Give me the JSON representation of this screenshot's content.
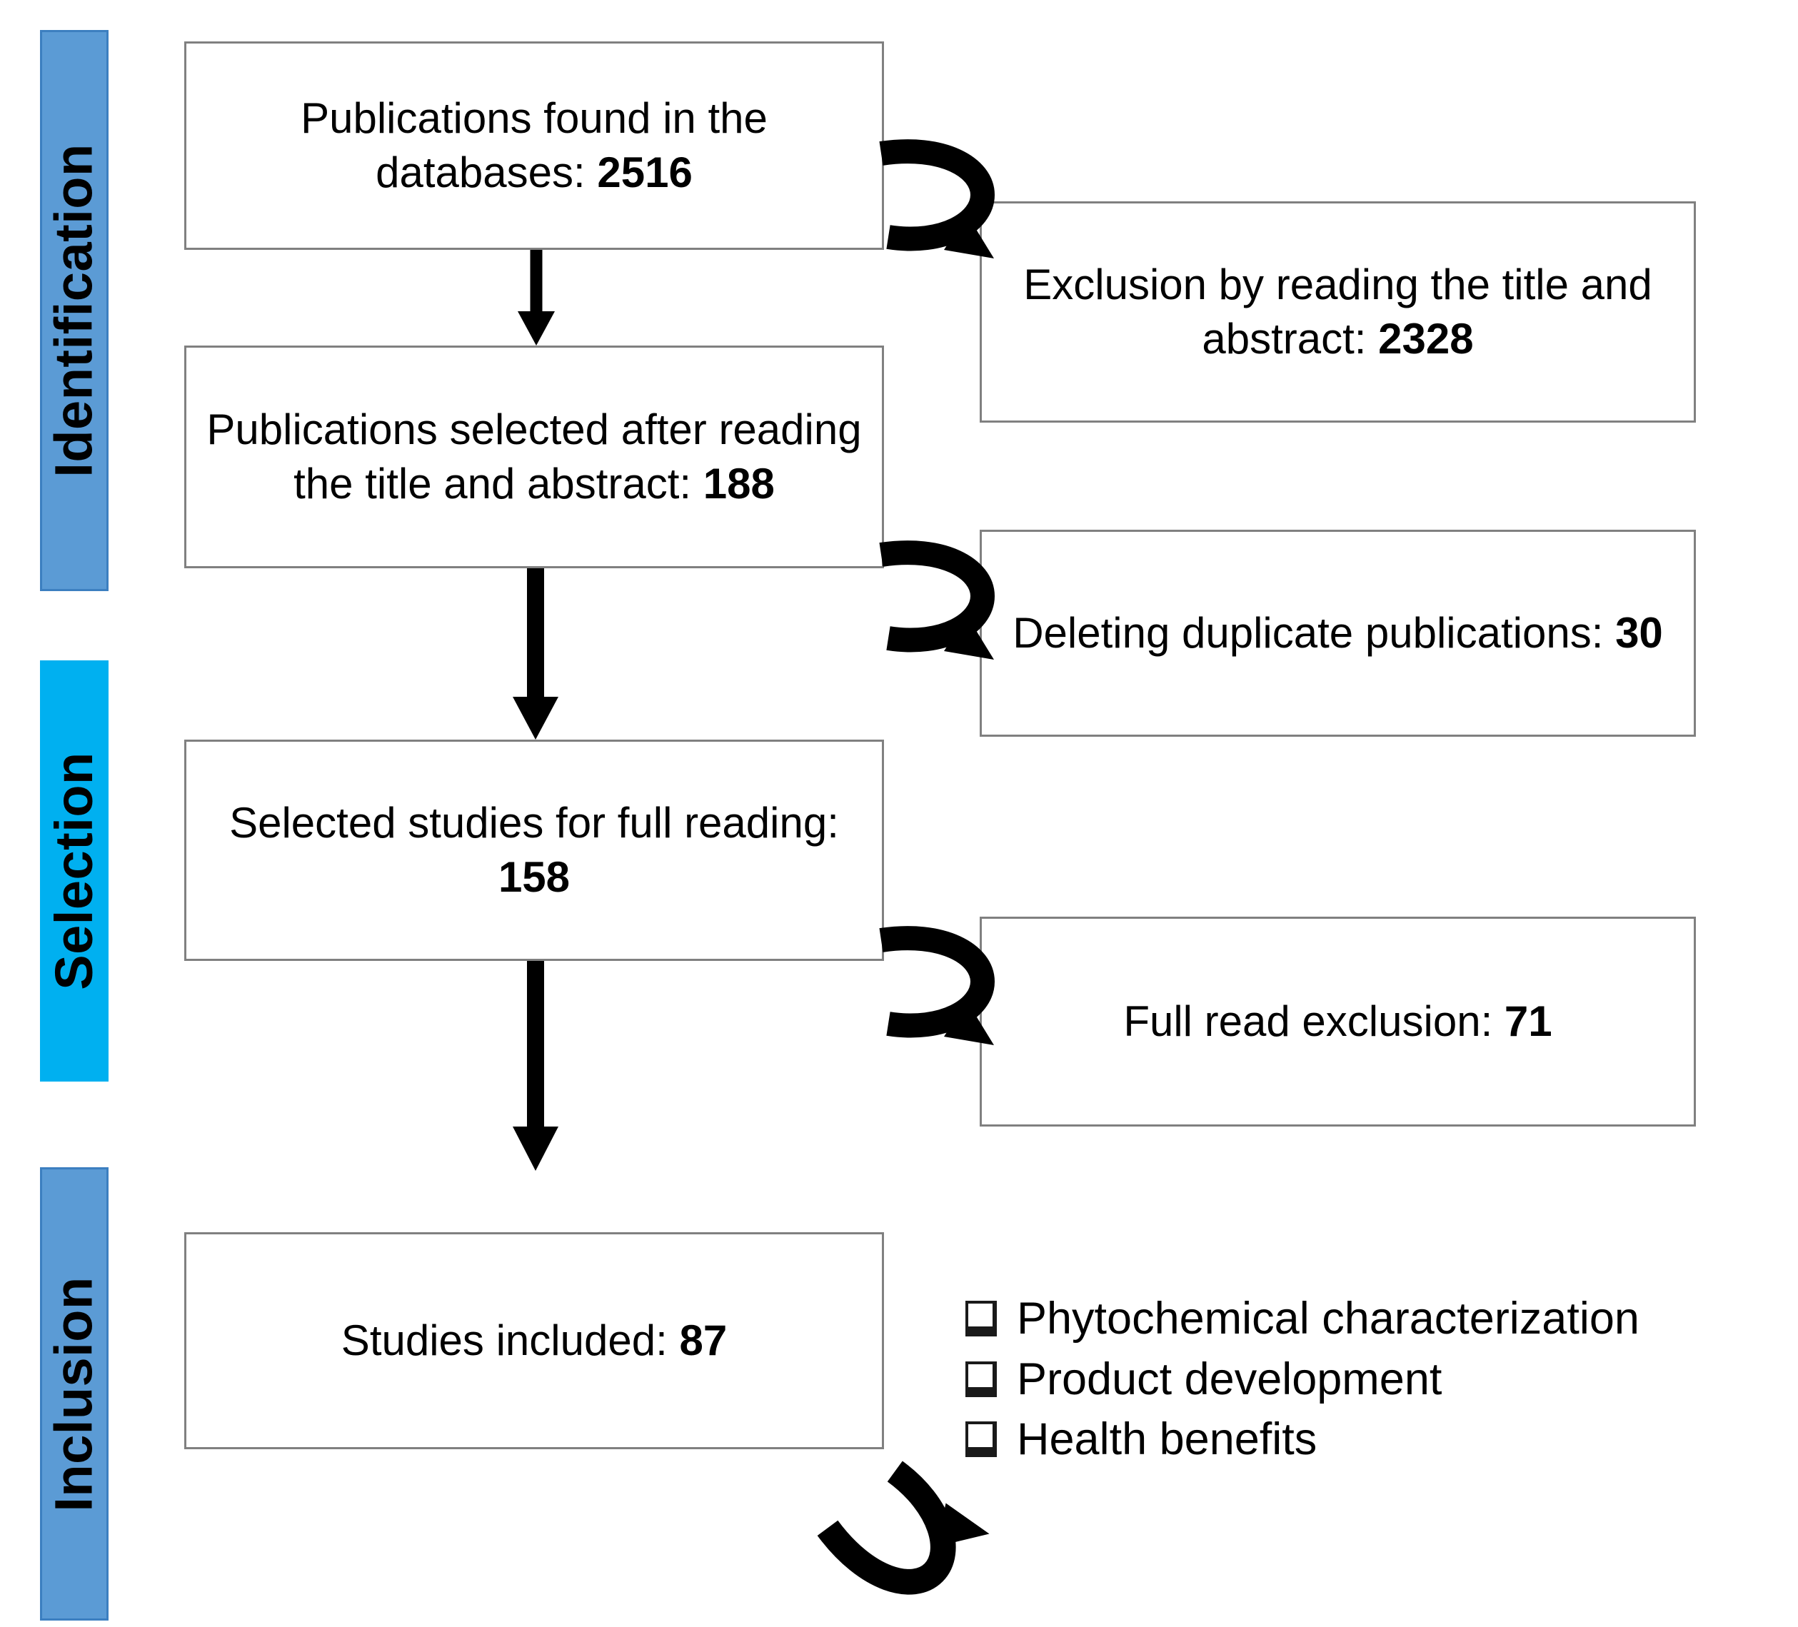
{
  "diagram": {
    "title": "PRISMA study selection flow diagram",
    "colors": {
      "identification_bar": "#5B9BD5",
      "selection_bar": "#00B0F0",
      "inclusion_bar": "#5B9BD5",
      "box_border": "#808080",
      "arrow": "#000000",
      "text": "#000000"
    },
    "stages": [
      {
        "id": "identification",
        "label": "Identification"
      },
      {
        "id": "selection",
        "label": "Selection"
      },
      {
        "id": "inclusion",
        "label": "Inclusion"
      }
    ],
    "boxes": {
      "found": {
        "text": "Publications found in the databases:",
        "value": "2516"
      },
      "exclusion_title_abstract": {
        "text": "Exclusion by reading the title and abstract:",
        "value": "2328"
      },
      "selected_after_title_abstract": {
        "text": "Publications selected after reading the title and abstract:",
        "value": "188"
      },
      "duplicates": {
        "text": "Deleting duplicate publications:",
        "value": "30"
      },
      "full_reading": {
        "text": "Selected studies for full reading:",
        "value": "158"
      },
      "exclusion_full_read": {
        "text": "Full read exclusion:",
        "value": "71"
      },
      "included": {
        "text": "Studies included:",
        "value": "87"
      }
    },
    "checklist": [
      {
        "label": "Phytochemical characterization",
        "checked": false
      },
      {
        "label": "Product development",
        "checked": false
      },
      {
        "label": "Health benefits",
        "checked": false
      }
    ]
  }
}
